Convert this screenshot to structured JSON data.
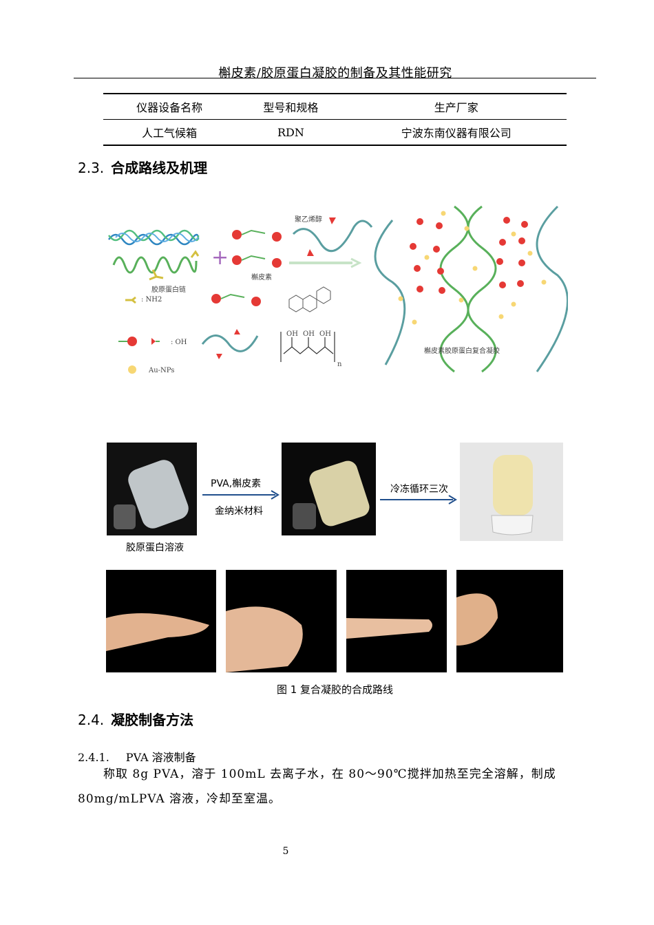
{
  "header": {
    "title": "槲皮素/胶原蛋白凝胶的制备及其性能研究"
  },
  "table": {
    "columns": [
      "仪器设备名称",
      "型号和规格",
      "生产厂家"
    ],
    "rows": [
      [
        "人工气候箱",
        "RDN",
        "宁波东南仪器有限公司"
      ]
    ]
  },
  "section_2_3": {
    "number": "2.3.",
    "title": "合成路线及机理"
  },
  "scheme": {
    "pva_label": "聚乙烯醇",
    "quercetin_label": "槲皮素",
    "collagen_label": "胶原蛋白链",
    "nh2_label": ": NH2",
    "oh_label": ": OH",
    "au_label": "Au-NPs",
    "oh_groups": [
      "OH",
      "OH",
      "OH"
    ],
    "subscript_n": "n",
    "gel_label": "槲皮素胶原蛋白复合凝胶"
  },
  "flow": {
    "step1_line1": "PVA,槲皮素",
    "step1_line2": "金纳米材料",
    "step2": "冷冻循环三次",
    "start_label": "胶原蛋白溶液"
  },
  "figure_caption": "图 1 复合凝胶的合成路线",
  "section_2_4": {
    "number": "2.4.",
    "title": "凝胶制备方法"
  },
  "section_2_4_1": {
    "number": "2.4.1.",
    "title": "PVA 溶液制备"
  },
  "paragraph": {
    "line1": "称取 8g PVA，溶于 100mL 去离子水，在 80～90℃搅拌加热至完全溶解，制成",
    "line2": "80mg/mLPVA 溶液，冷却至室温。"
  },
  "page_number": "5"
}
